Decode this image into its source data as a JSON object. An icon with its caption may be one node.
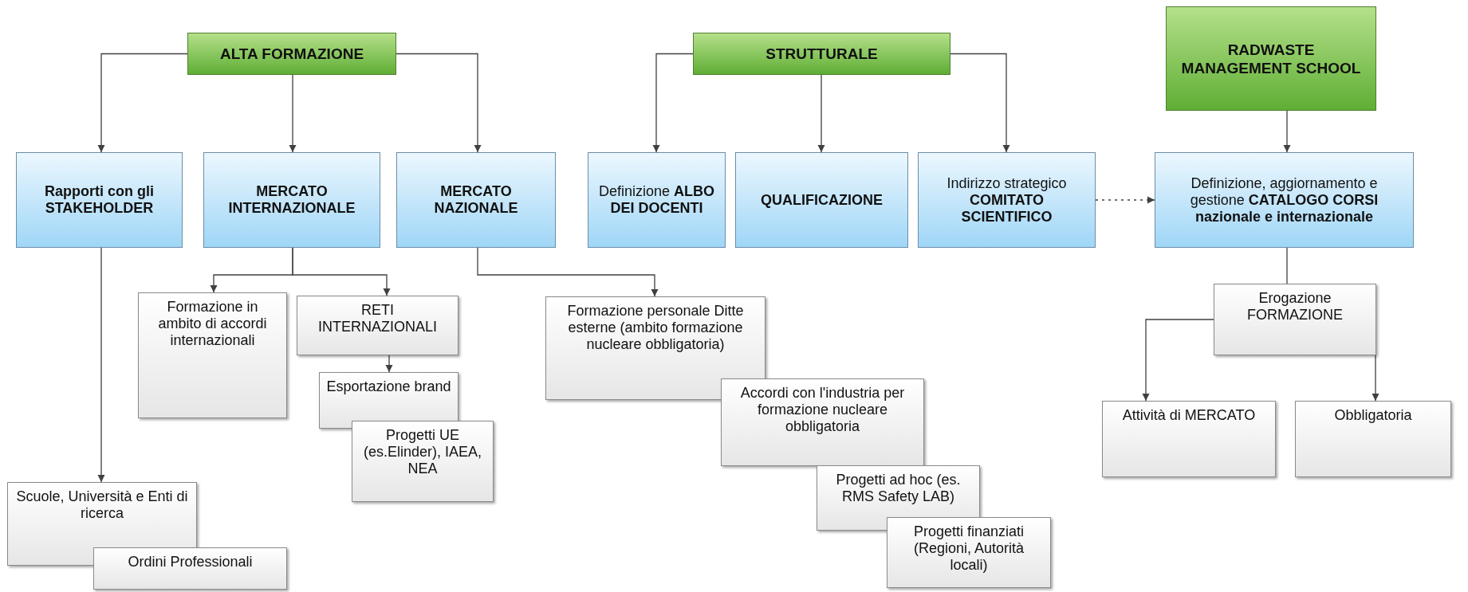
{
  "diagram": {
    "nodes": [
      {
        "text": [
          "ALTA FORMAZIONE"
        ]
      },
      {
        "text": [
          "STRUTTURALE"
        ]
      },
      {
        "text": [
          "RADWASTE MANAGEMENT SCHOOL"
        ]
      },
      {
        "text": [
          "Rapporti con gli STAKEHOLDER"
        ]
      },
      {
        "text": [
          "MERCATO INTERNAZIONALE"
        ]
      },
      {
        "text": [
          "MERCATO NAZIONALE"
        ]
      },
      {
        "text": [
          "Definizione **ALBO DEI DOCENTI**"
        ]
      },
      {
        "text": [
          "QUALIFICAZIONE"
        ]
      },
      {
        "text": [
          "Indirizzo strategico **COMITATO SCIENTIFICO**"
        ]
      },
      {
        "text": [
          "Definizione, aggiornamento e gestione **CATALOGO CORSI nazionale e internazionale**"
        ]
      },
      {
        "text": [
          "Formazione in ambito di accordi internazionali"
        ]
      },
      {
        "text": [
          "RETI INTERNAZIONALI"
        ]
      },
      {
        "text": [
          "Esportazione brand"
        ]
      },
      {
        "text": [
          "Progetti UE (es.Elinder), IAEA, NEA"
        ]
      },
      {
        "text": [
          "Formazione personale Ditte esterne (ambito formazione nucleare obbligatoria)"
        ]
      },
      {
        "text": [
          "Accordi con l'industria per formazione nucleare obbligatoria"
        ]
      },
      {
        "text": [
          "Progetti ad hoc (es. RMS Safety LAB)"
        ]
      },
      {
        "text": [
          "Progetti finanziati (Regioni, Autorità locali)"
        ]
      },
      {
        "text": [
          "Scuole, Università e Enti di ricerca"
        ]
      },
      {
        "text": [
          "Ordini Professionali"
        ]
      },
      {
        "text": [
          "Erogazione FORMAZIONE"
        ]
      },
      {
        "text": [
          "Attività di MERCATO"
        ]
      },
      {
        "text": [
          "Obbligatoria"
        ]
      }
    ],
    "edges": [
      {
        "from": 0,
        "to": 3,
        "arrow": "to"
      },
      {
        "from": 0,
        "to": 4,
        "arrow": "to"
      },
      {
        "from": 0,
        "to": 5,
        "arrow": "to"
      },
      {
        "from": 1,
        "to": 6,
        "arrow": "to"
      },
      {
        "from": 1,
        "to": 7,
        "arrow": "to"
      },
      {
        "from": 1,
        "to": 8,
        "arrow": "to"
      },
      {
        "from": 2,
        "to": 9,
        "arrow": "to"
      },
      {
        "from": 8,
        "to": 9,
        "arrow": "to",
        "style": "dashed"
      },
      {
        "from": 3,
        "to": 18,
        "arrow": "to"
      },
      {
        "from": 4,
        "to": 10,
        "arrow": "to"
      },
      {
        "from": 4,
        "to": 11,
        "arrow": "to"
      },
      {
        "from": 11,
        "to": 12,
        "arrow": "to"
      },
      {
        "from": 5,
        "to": 14,
        "arrow": "to"
      },
      {
        "from": 9,
        "to": 20,
        "arrow": "none"
      },
      {
        "from": 20,
        "to": 21,
        "arrow": "to"
      },
      {
        "from": 20,
        "to": 22,
        "arrow": "to"
      }
    ]
  }
}
